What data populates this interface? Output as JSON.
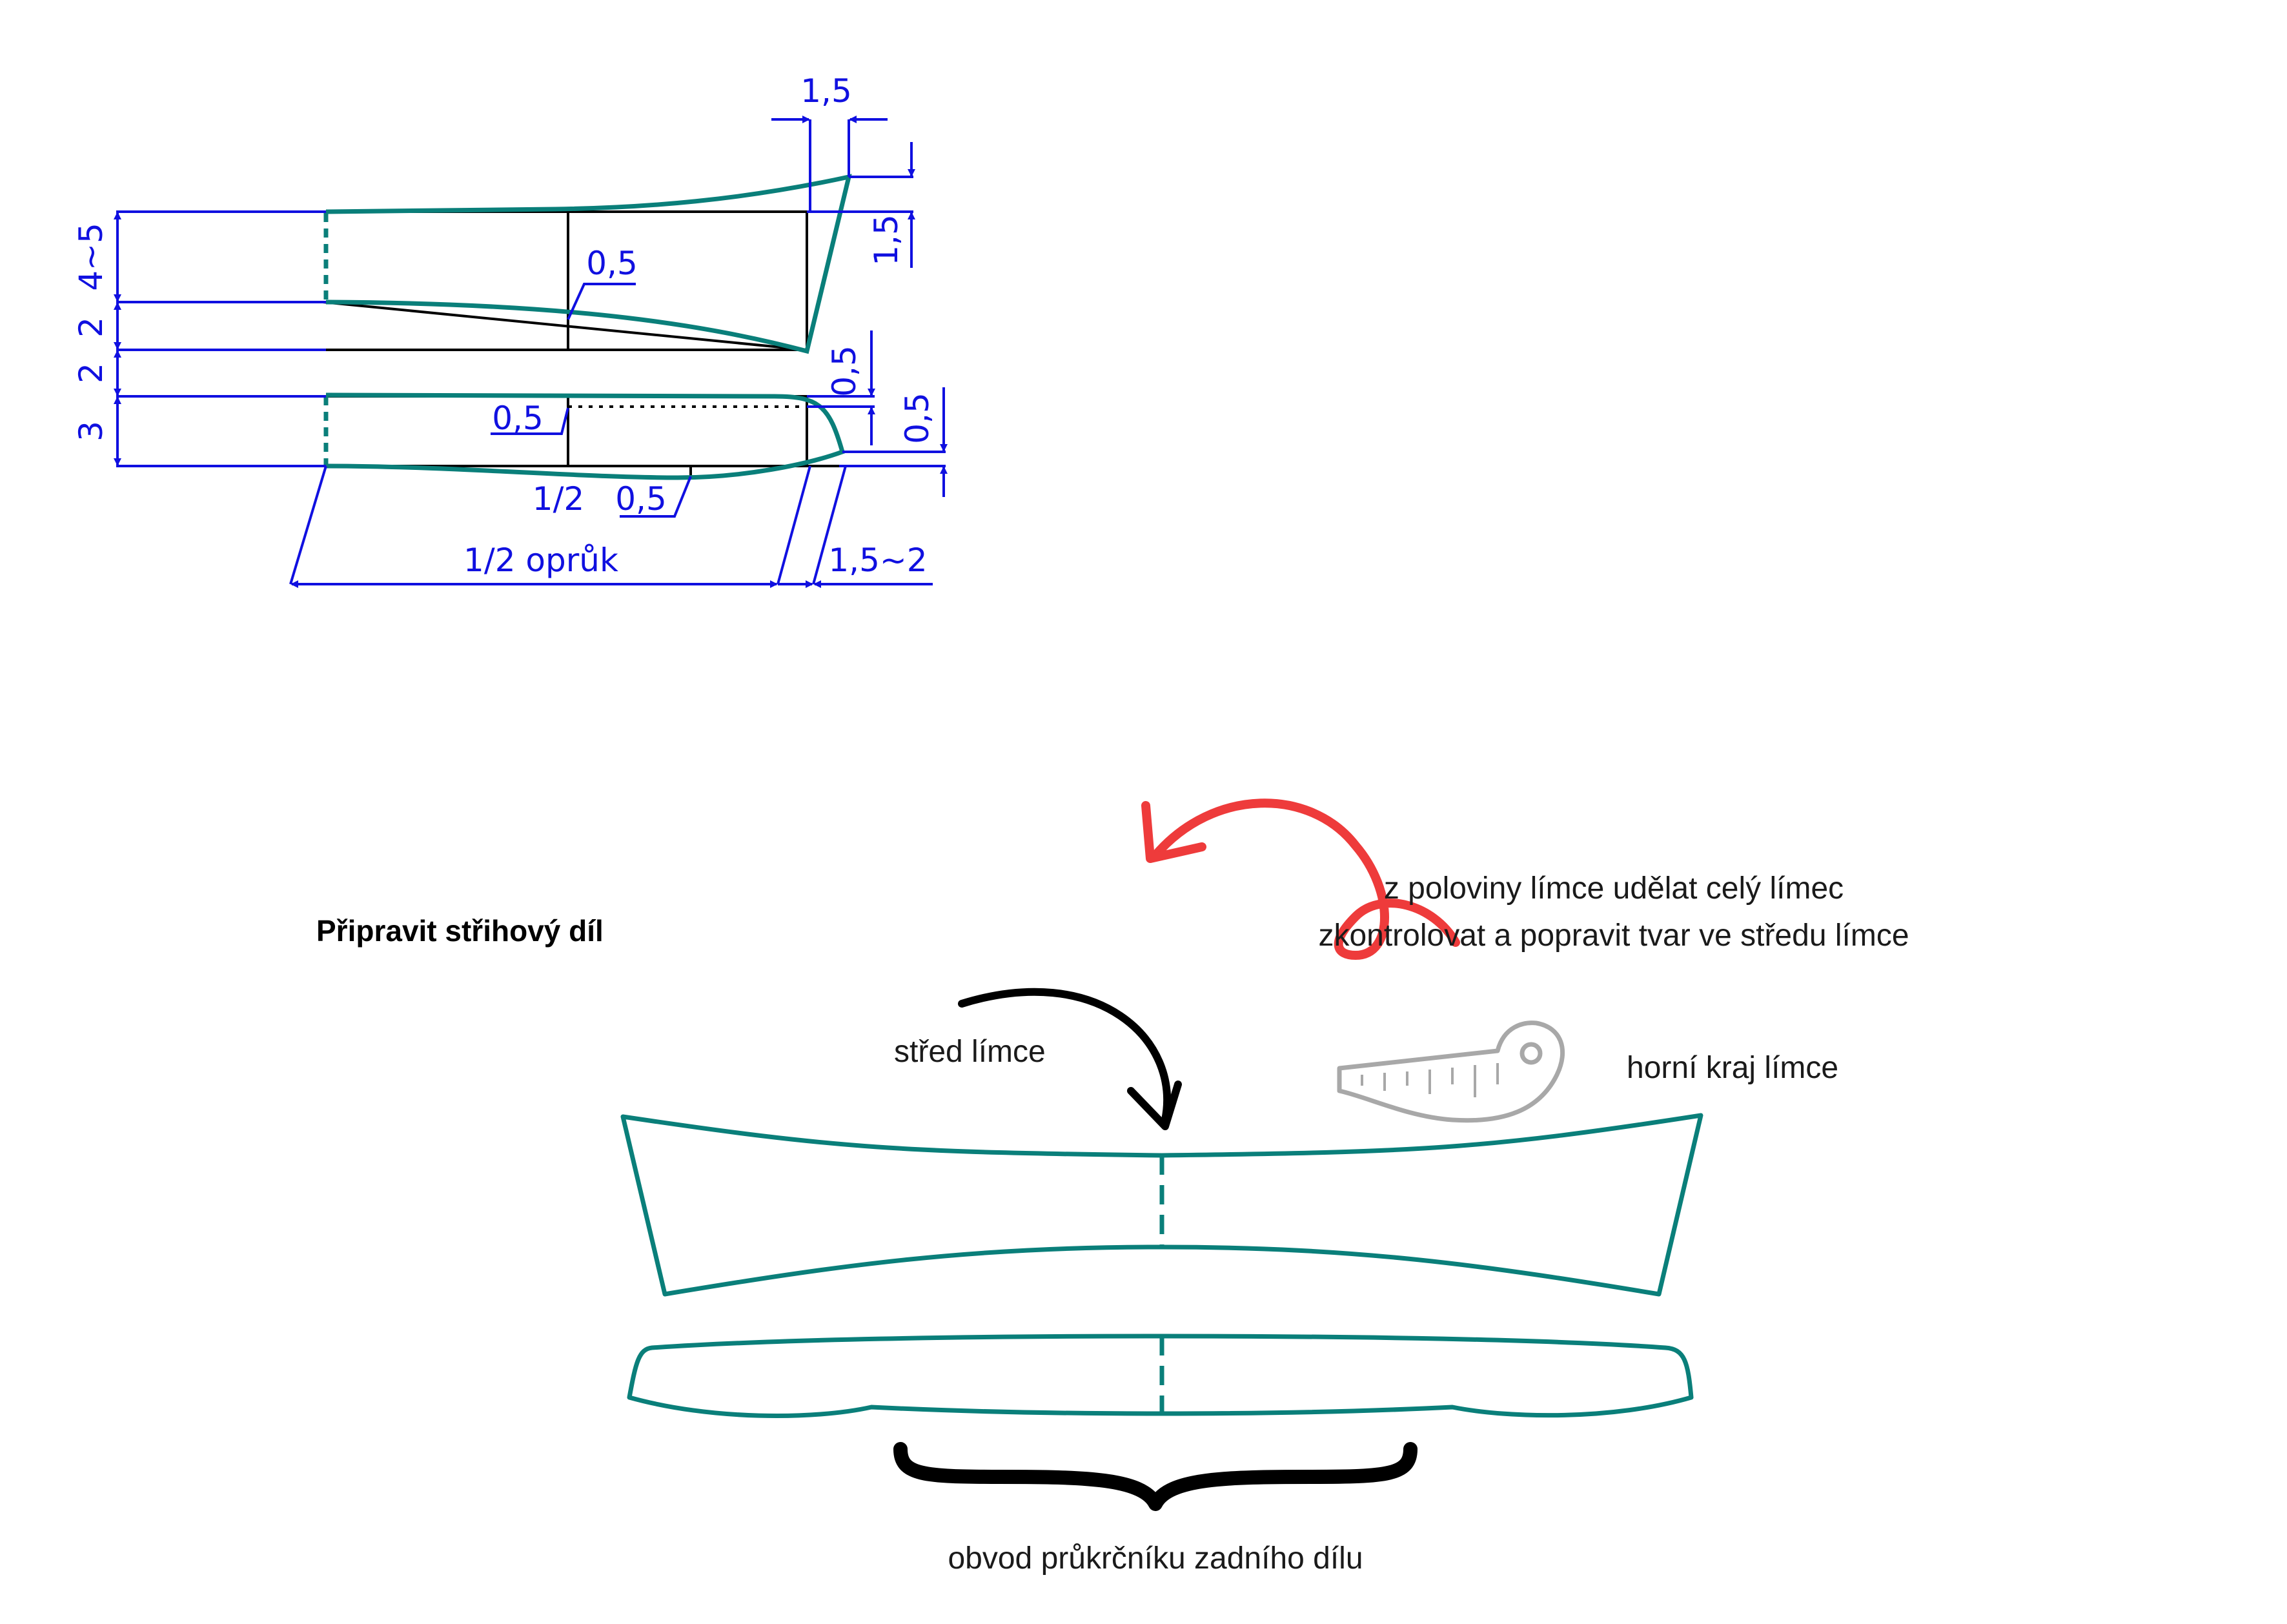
{
  "colors": {
    "dimension": "#1010e0",
    "pattern": "#0a7f7a",
    "construction": "#000000",
    "arrow_red": "#ee3b3b",
    "ruler_gray": "#a8a8a8"
  },
  "draft": {
    "top_width": "1,5",
    "right_rise": "1,5",
    "height_4_5": "4~5",
    "height_2a": "2",
    "height_2b": "2",
    "height_3": "3",
    "mid_offset_top": "0,5",
    "stand_offset_left": "0,5",
    "stand_offset_right_top": "0,5",
    "stand_offset_right_bottom": "0,5",
    "half_mark": "1/2",
    "bottom_offset": "0,5",
    "half_neckline": "1/2 oprůk",
    "extension": "1,5~2"
  },
  "labels": {
    "heading": "Připravit střihový díl",
    "note_line1": "z poloviny límce udělat celý límec",
    "note_line2": "zkontrolovat a popravit tvar ve středu límce",
    "collar_center": "střed límce",
    "upper_edge": "horní kraj límce",
    "neckline": "obvod průkrčníku zadního dílu"
  },
  "icons": [
    "curve-arrow-red-icon",
    "curve-arrow-black-icon",
    "french-curve-ruler-icon",
    "curly-brace-icon"
  ]
}
